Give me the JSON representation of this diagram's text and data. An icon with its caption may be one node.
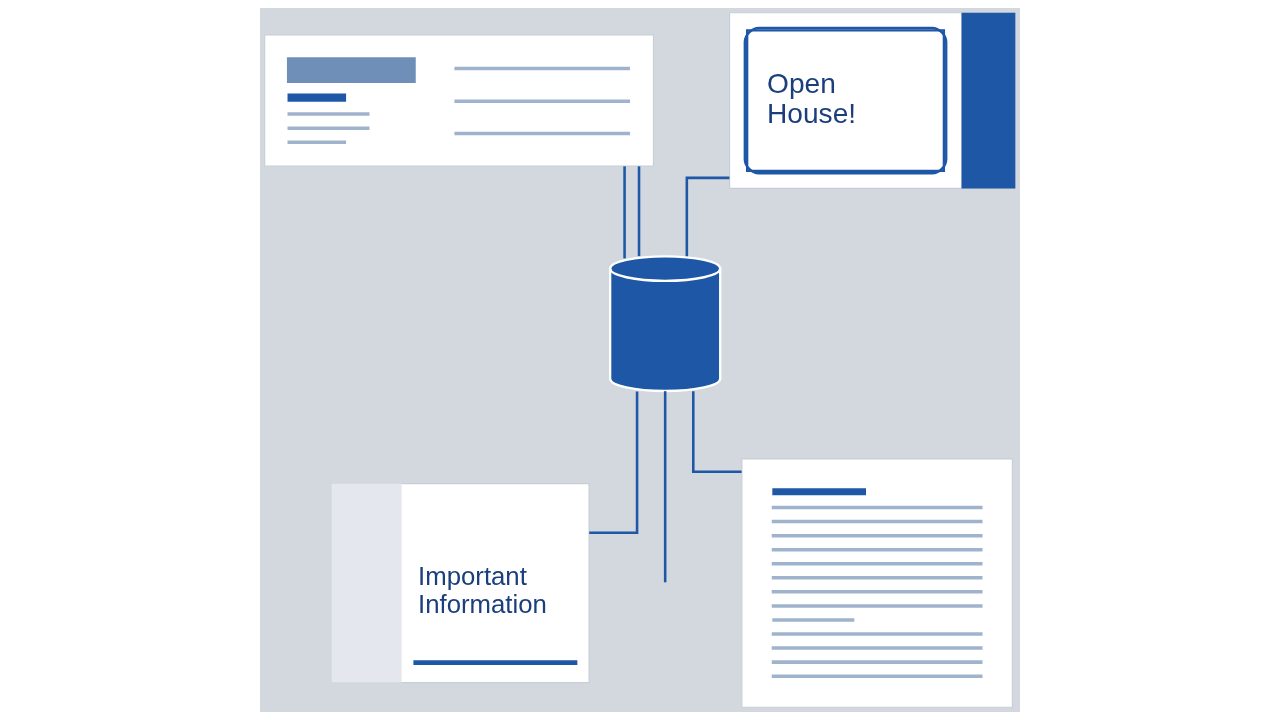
{
  "diagram": {
    "nodes": [
      {
        "text": [],
        "shape": "box"
      },
      {
        "text": [
          "Open House!"
        ]
      },
      {
        "text": [],
        "shape": "cylinder"
      },
      {
        "text": [
          "Important Information"
        ]
      },
      {
        "text": [],
        "shape": "box"
      }
    ],
    "edges": [
      {
        "from": 0,
        "to": 2,
        "arrow": "none"
      },
      {
        "from": 0,
        "to": 2,
        "arrow": "none"
      },
      {
        "from": 1,
        "to": 2,
        "arrow": "none"
      },
      {
        "from": 2,
        "to": 3,
        "arrow": "none"
      },
      {
        "from": 2,
        "to": null,
        "arrow": "none"
      },
      {
        "from": 2,
        "to": 4,
        "arrow": "none"
      }
    ]
  }
}
